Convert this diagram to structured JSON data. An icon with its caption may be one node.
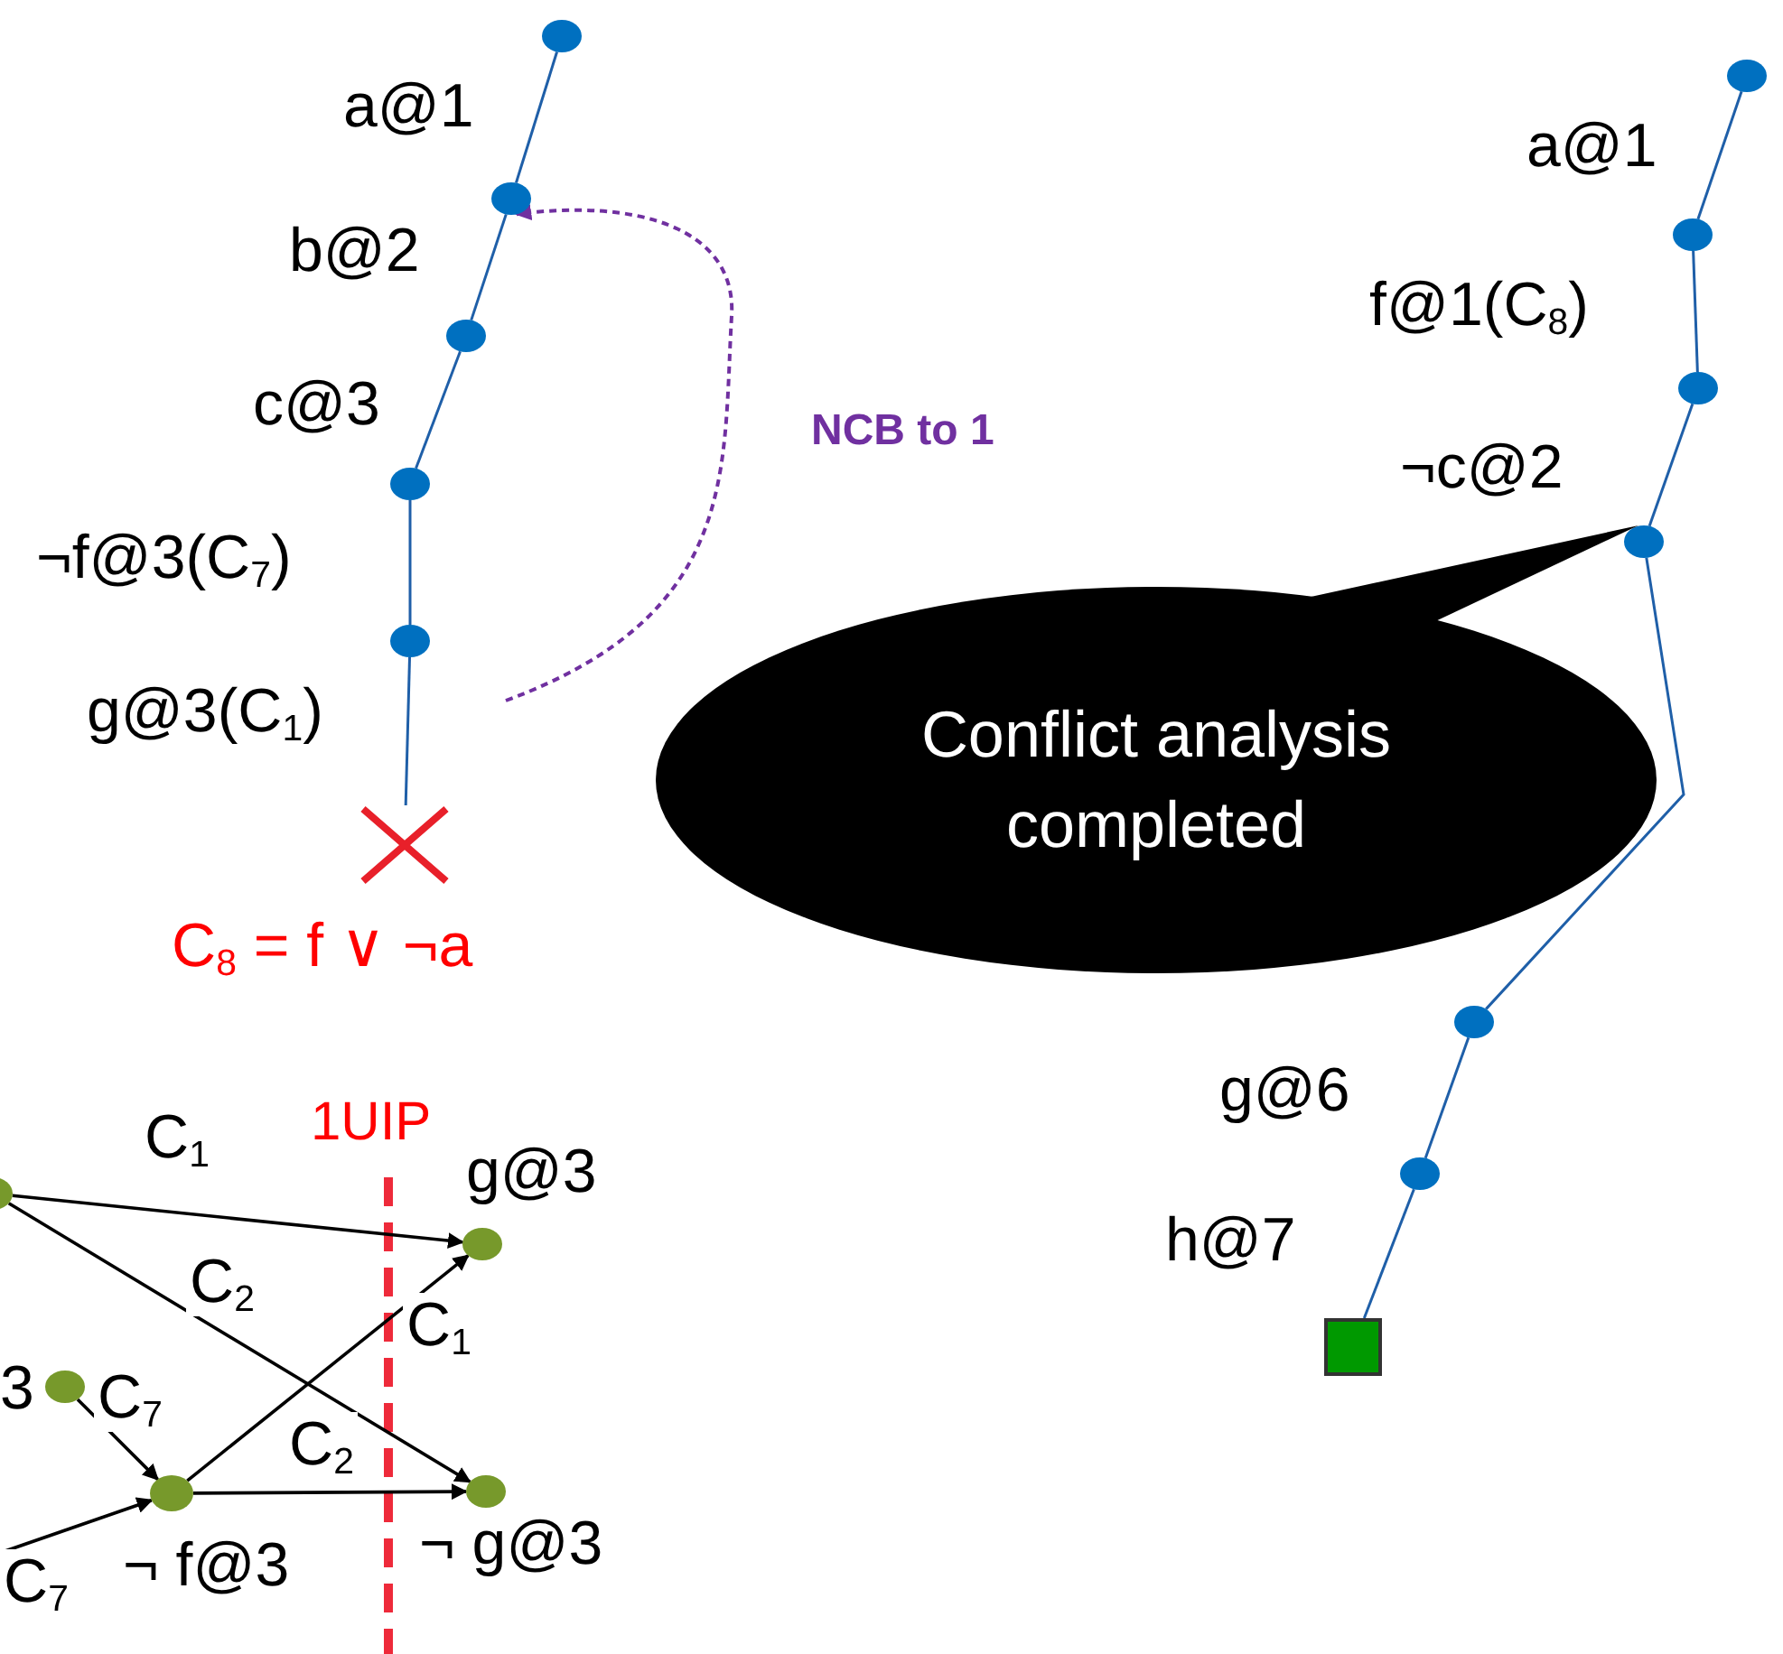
{
  "diagram": {
    "nodes": [
      {
        "text": [],
        "shape": "circle"
      },
      {
        "text": [],
        "shape": "circle"
      },
      {
        "text": [],
        "shape": "circle"
      },
      {
        "text": [],
        "shape": "circle"
      },
      {
        "text": [],
        "shape": "circle"
      },
      {
        "text": [],
        "shape": "cross"
      },
      {
        "text": [],
        "shape": "circle"
      },
      {
        "text": [],
        "shape": "circle"
      },
      {
        "text": [],
        "shape": "circle"
      },
      {
        "text": [],
        "shape": "circle"
      },
      {
        "text": [],
        "shape": "circle"
      },
      {
        "text": [],
        "shape": "circle"
      },
      {
        "text": [],
        "shape": "box"
      },
      {
        "text": [
          "Conflict analysis completed"
        ]
      },
      {
        "text": [],
        "shape": "circle"
      },
      {
        "text": [],
        "shape": "circle"
      },
      {
        "text": [],
        "shape": "circle",
        "beside": [
          "¬ f@3"
        ]
      },
      {
        "text": [],
        "shape": "circle",
        "beside": [
          "g@3"
        ]
      },
      {
        "text": [],
        "shape": "circle",
        "beside": [
          "¬ g@3"
        ]
      }
    ],
    "edges": [
      {
        "from": 0,
        "to": 1,
        "arrow": "none"
      },
      {
        "from": 1,
        "to": 2,
        "arrow": "none"
      },
      {
        "from": 2,
        "to": 3,
        "arrow": "none"
      },
      {
        "from": 3,
        "to": 4,
        "arrow": "none"
      },
      {
        "from": 4,
        "to": 5,
        "arrow": "none"
      },
      {
        "from": null,
        "to": 1,
        "arrow": "to",
        "label": "NCB to 1",
        "style": "dashed",
        "color": "#7030a0"
      },
      {
        "from": 6,
        "to": 7,
        "arrow": "none"
      },
      {
        "from": 7,
        "to": 8,
        "arrow": "none"
      },
      {
        "from": 8,
        "to": 9,
        "arrow": "none"
      },
      {
        "from": 9,
        "to": 10,
        "arrow": "none"
      },
      {
        "from": 10,
        "to": 11,
        "arrow": "none"
      },
      {
        "from": 11,
        "to": 12,
        "arrow": "none"
      },
      {
        "from": 14,
        "to": 17,
        "arrow": "to",
        "label": "C$_{1}$",
        "color": "#000000"
      },
      {
        "from": 14,
        "to": 18,
        "arrow": "to",
        "label": "C$_{2}$",
        "color": "#000000"
      },
      {
        "from": 15,
        "to": 16,
        "arrow": "to",
        "label": "C$_{7}$",
        "color": "#000000"
      },
      {
        "from": null,
        "to": 16,
        "arrow": "to",
        "label": "C$_{7}$",
        "color": "#000000"
      },
      {
        "from": 16,
        "to": 17,
        "arrow": "to",
        "label": "C$_{1}$",
        "color": "#000000"
      },
      {
        "from": 16,
        "to": 18,
        "arrow": "to",
        "label": "C$_{2}$",
        "color": "#000000"
      }
    ],
    "labels": [
      "a@1",
      "b@2",
      "c@3",
      "¬f@3(C$_{7}$)",
      "g@3(C$_{1}$)",
      "C$_{8}$ = f ∨ ¬a",
      "a@1",
      "f@1(C$_{8}$)",
      "¬c@2",
      "g@6",
      "h@7",
      "1UIP",
      "3"
    ]
  }
}
